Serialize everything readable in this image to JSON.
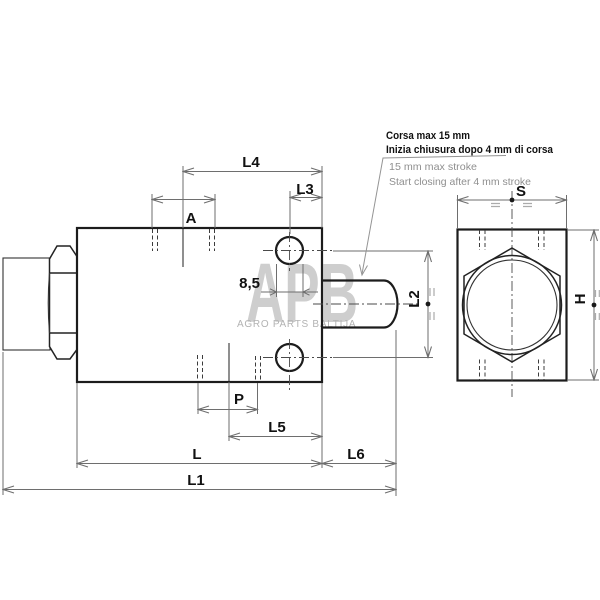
{
  "annotation": {
    "corsa_line1": "Corsa max 15 mm",
    "corsa_line2": "Inizia chiusura dopo 4 mm di corsa",
    "stroke_line1": "15 mm max stroke",
    "stroke_line2": "Start closing after 4 mm stroke"
  },
  "watermark": {
    "logo": "APB",
    "subtitle": "AGRO PARTS BALTIJA"
  },
  "dimension_labels": {
    "l4": "L4",
    "l3": "L3",
    "a": "A",
    "bore": "8,5",
    "l2": "L2",
    "p": "P",
    "l5": "L5",
    "l": "L",
    "l6": "L6",
    "l1": "L1",
    "s": "S",
    "h": "H"
  },
  "colors": {
    "outline": "#1c1c1c",
    "dimension_line": "#6e6e6e",
    "muted_text": "#8f8f8f",
    "watermark": "#c9c9c9",
    "label_text": "#111111",
    "background": "#ffffff"
  }
}
